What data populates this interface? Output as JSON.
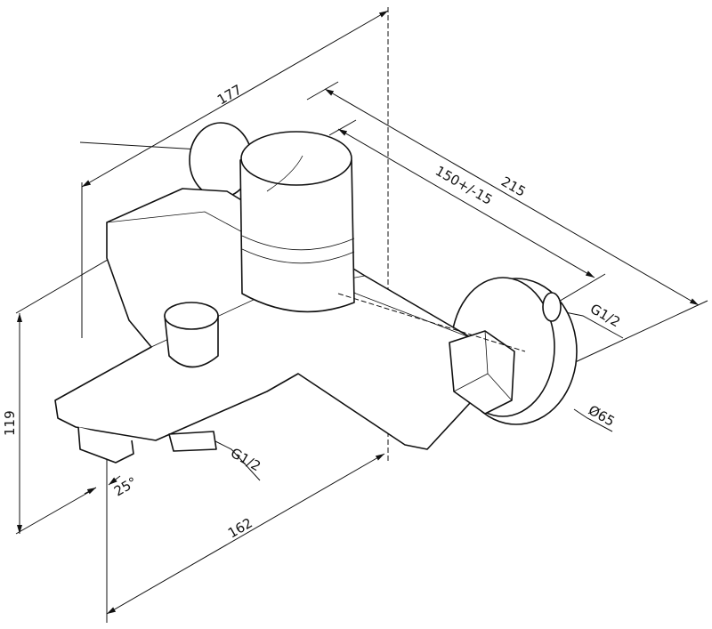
{
  "drawing": {
    "dimensions": {
      "width_total": "177",
      "depth_total": "215",
      "depth_wall": "150+/-15",
      "height": "119",
      "spout_length": "162",
      "spout_angle": "25°",
      "outlet_thread": "G1/2",
      "inlet_thread": "G1/2",
      "flange_diameter": "Ø65"
    }
  }
}
